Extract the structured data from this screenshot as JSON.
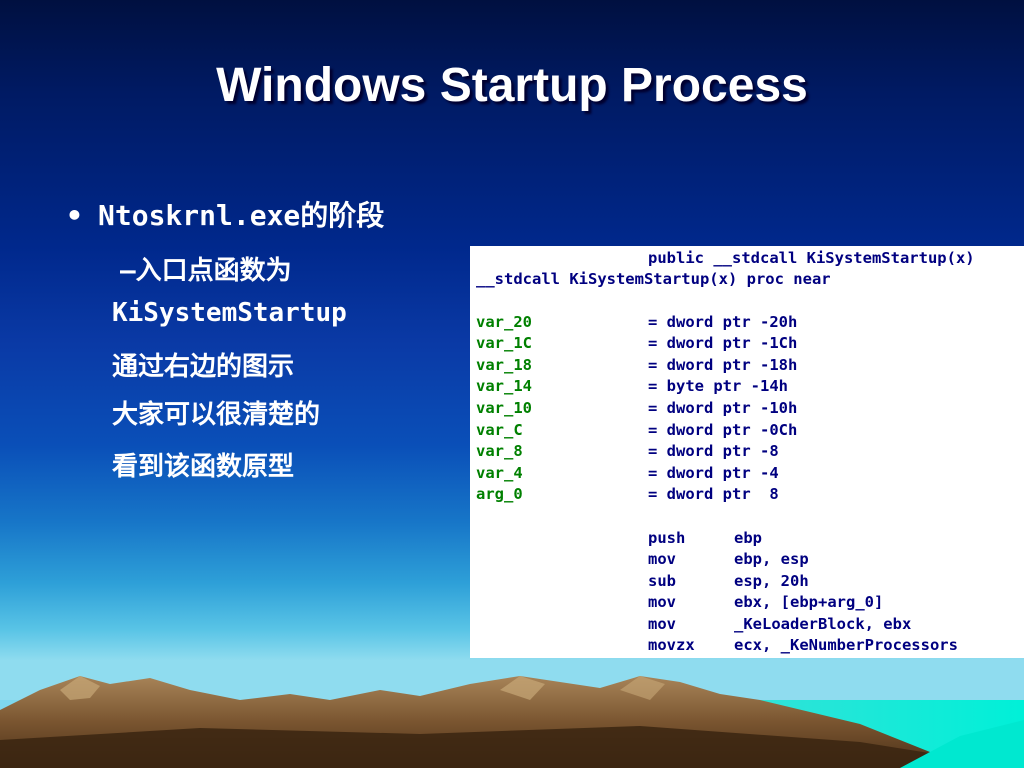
{
  "slide": {
    "title": "Windows Startup Process",
    "bullet": {
      "symbol": "•",
      "text": "Ntoskrnl.exe的阶段"
    },
    "sub_bullet": {
      "dash": "–",
      "lines": [
        "入口点函数为",
        "KiSystemStartup",
        "通过右边的图示",
        "大家可以很清楚的",
        "看到该函数原型"
      ]
    }
  },
  "code": {
    "header": "public __stdcall KiSystemStartup(x)",
    "proc": "__stdcall KiSystemStartup(x) proc near",
    "vars": [
      {
        "name": "var_20",
        "def": "= dword ptr -20h"
      },
      {
        "name": "var_1C",
        "def": "= dword ptr -1Ch"
      },
      {
        "name": "var_18",
        "def": "= dword ptr -18h"
      },
      {
        "name": "var_14",
        "def": "= byte ptr -14h"
      },
      {
        "name": "var_10",
        "def": "= dword ptr -10h"
      },
      {
        "name": "var_C",
        "def": "= dword ptr -0Ch"
      },
      {
        "name": "var_8",
        "def": "= dword ptr -8"
      },
      {
        "name": "var_4",
        "def": "= dword ptr -4"
      },
      {
        "name": "arg_0",
        "def": "= dword ptr  8"
      }
    ],
    "instructions": [
      {
        "op": "push",
        "args": "ebp"
      },
      {
        "op": "mov",
        "args": "ebp, esp"
      },
      {
        "op": "sub",
        "args": "esp, 20h"
      },
      {
        "op": "mov",
        "args": "ebx, [ebp+arg_0]"
      },
      {
        "op": "mov",
        "args": "_KeLoaderBlock, ebx"
      },
      {
        "op": "movzx",
        "args": "ecx, _KeNumberProcessors"
      }
    ]
  },
  "colors": {
    "code_keyword": "#000080",
    "code_variable": "#008000",
    "text": "#ffffff"
  }
}
